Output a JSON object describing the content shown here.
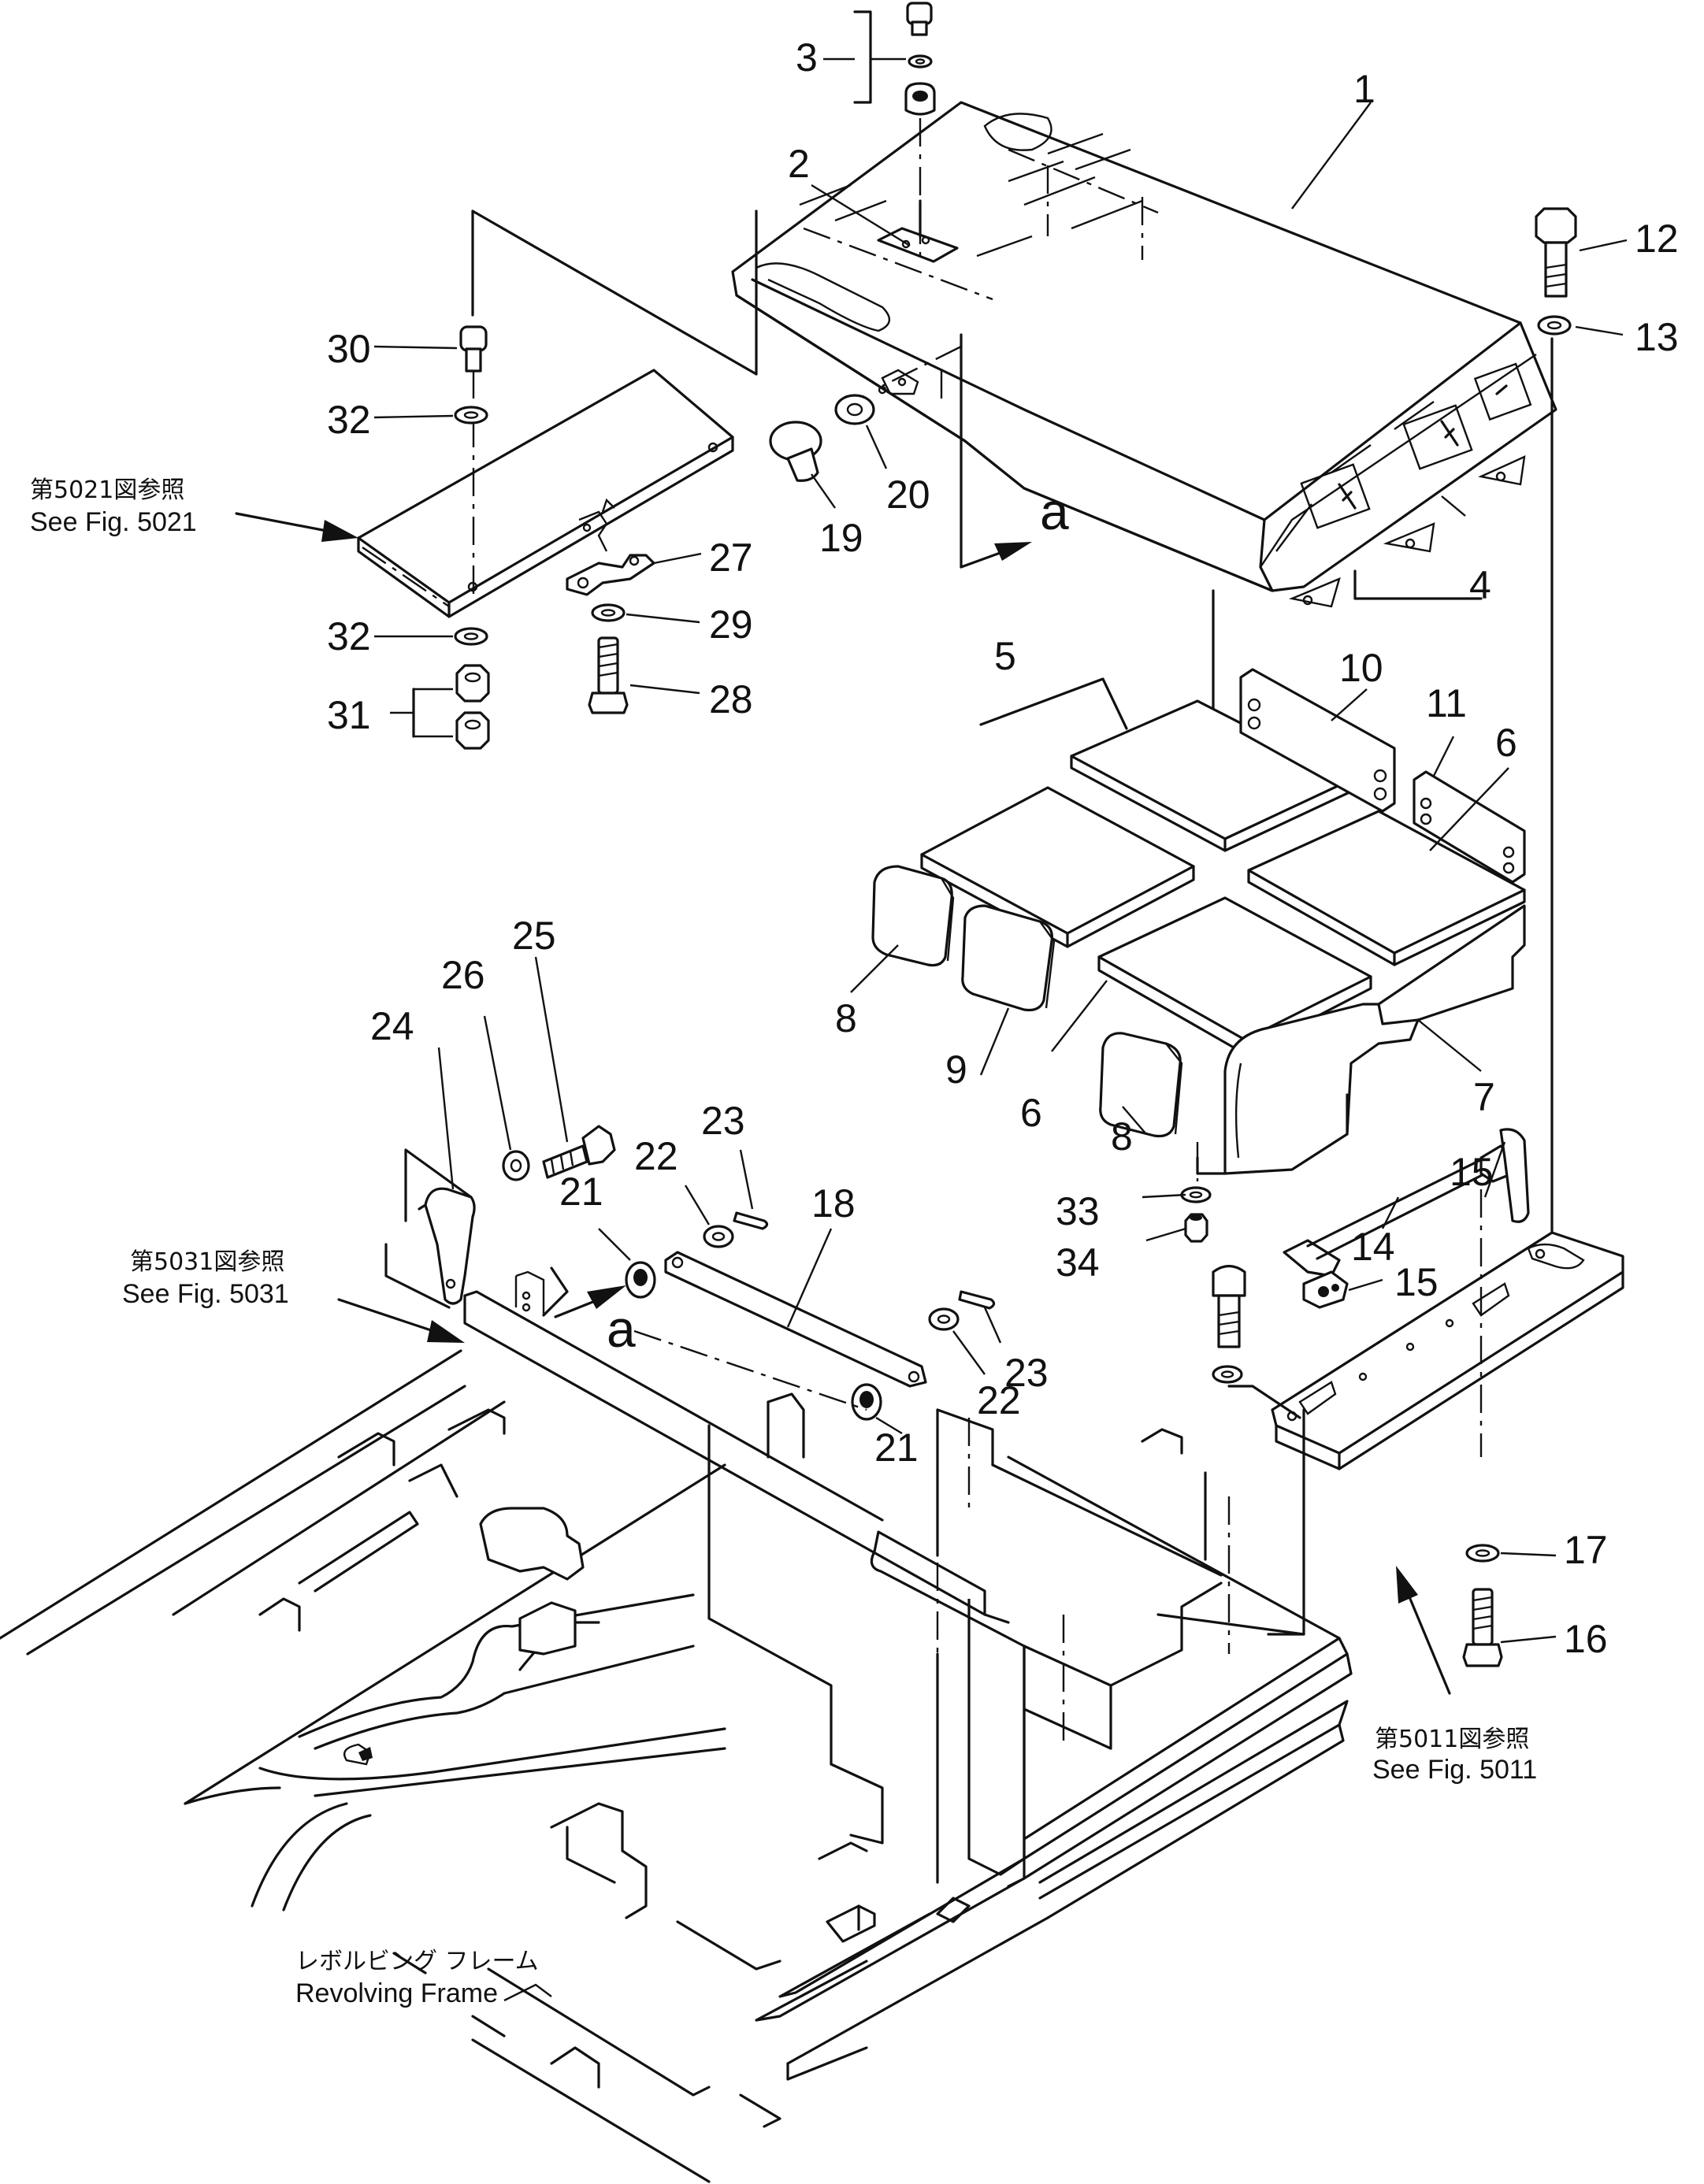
{
  "callouts": [
    {
      "id": "1",
      "label": "1"
    },
    {
      "id": "2",
      "label": "2"
    },
    {
      "id": "3",
      "label": "3"
    },
    {
      "id": "4",
      "label": "4"
    },
    {
      "id": "5",
      "label": "5"
    },
    {
      "id": "6a",
      "label": "6"
    },
    {
      "id": "6b",
      "label": "6"
    },
    {
      "id": "7",
      "label": "7"
    },
    {
      "id": "8a",
      "label": "8"
    },
    {
      "id": "8b",
      "label": "8"
    },
    {
      "id": "9",
      "label": "9"
    },
    {
      "id": "10",
      "label": "10"
    },
    {
      "id": "11",
      "label": "11"
    },
    {
      "id": "12",
      "label": "12"
    },
    {
      "id": "13",
      "label": "13"
    },
    {
      "id": "14",
      "label": "14"
    },
    {
      "id": "15a",
      "label": "15"
    },
    {
      "id": "15b",
      "label": "15"
    },
    {
      "id": "16",
      "label": "16"
    },
    {
      "id": "17",
      "label": "17"
    },
    {
      "id": "18",
      "label": "18"
    },
    {
      "id": "19",
      "label": "19"
    },
    {
      "id": "20",
      "label": "20"
    },
    {
      "id": "21a",
      "label": "21"
    },
    {
      "id": "21b",
      "label": "21"
    },
    {
      "id": "22a",
      "label": "22"
    },
    {
      "id": "22b",
      "label": "22"
    },
    {
      "id": "23a",
      "label": "23"
    },
    {
      "id": "23b",
      "label": "23"
    },
    {
      "id": "24",
      "label": "24"
    },
    {
      "id": "25",
      "label": "25"
    },
    {
      "id": "26",
      "label": "26"
    },
    {
      "id": "27",
      "label": "27"
    },
    {
      "id": "28",
      "label": "28"
    },
    {
      "id": "29",
      "label": "29"
    },
    {
      "id": "30",
      "label": "30"
    },
    {
      "id": "31",
      "label": "31"
    },
    {
      "id": "32a",
      "label": "32"
    },
    {
      "id": "32b",
      "label": "32"
    },
    {
      "id": "33",
      "label": "33"
    },
    {
      "id": "34",
      "label": "34"
    }
  ],
  "view_marks": {
    "top": "a",
    "bottom": "a"
  },
  "references": {
    "fig5021": {
      "jp": "第5021図参照",
      "en": "See Fig. 5021"
    },
    "fig5031": {
      "jp": "第5031図参照",
      "en": "See Fig. 5031"
    },
    "fig5011": {
      "jp": "第5011図参照",
      "en": "See Fig. 5011"
    },
    "frame": {
      "jp": "レボルビング フレーム",
      "en": "Revolving Frame"
    }
  }
}
